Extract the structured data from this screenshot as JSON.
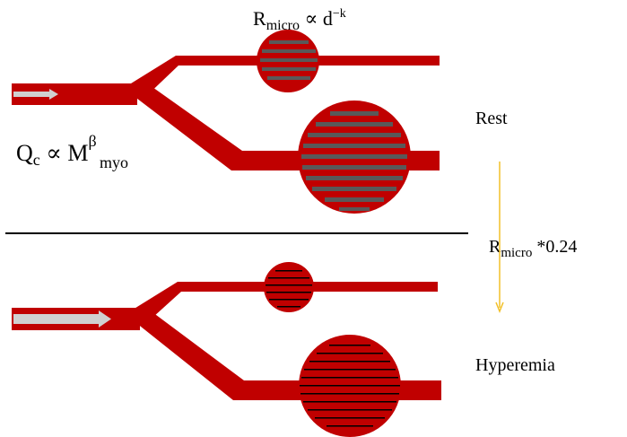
{
  "colors": {
    "vessel": "#c00000",
    "rest_stripe": "#595959",
    "hyperemia_stripe": "#000000",
    "arrow_fill": "#d0d0d0",
    "transition_arrow": "#f2c028",
    "divider": "#000000"
  },
  "labels": {
    "resistance": {
      "base": "R",
      "sub": "micro",
      "rel": " ∝ d",
      "sup": "−k"
    },
    "flow": {
      "base": "Q",
      "sub": "c",
      "rel": " ∝ M",
      "sup": "β",
      "sub2": "myo"
    },
    "state_rest": "Rest",
    "state_hyperemia": "Hyperemia",
    "scaling": {
      "base": "R",
      "sub": "micro",
      "factor": " *0.24"
    }
  }
}
